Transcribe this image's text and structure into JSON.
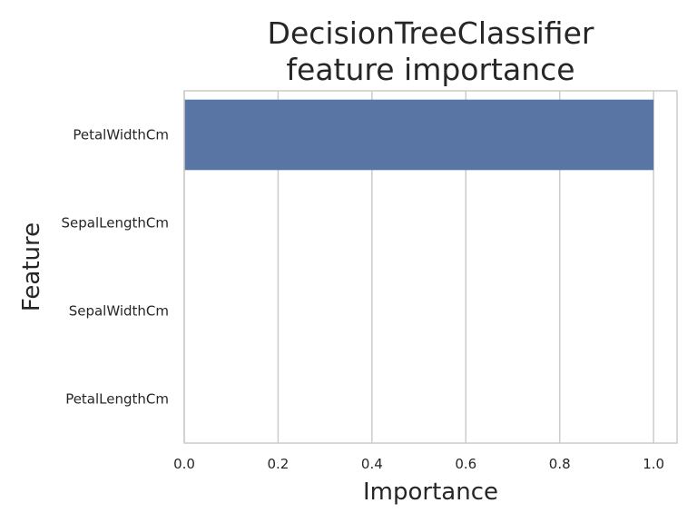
{
  "chart_data": {
    "type": "bar",
    "orientation": "horizontal",
    "title_lines": [
      "DecisionTreeClassifier",
      "feature importance"
    ],
    "xlabel": "Importance",
    "ylabel": "Feature",
    "categories": [
      "PetalWidthCm",
      "SepalLengthCm",
      "SepalWidthCm",
      "PetalLengthCm"
    ],
    "values": [
      1.0,
      0.0,
      0.0,
      0.0
    ],
    "xlim": [
      0,
      1.05
    ],
    "xticks": [
      0.0,
      0.2,
      0.4,
      0.6,
      0.8,
      1.0
    ],
    "xtick_labels": [
      "0.0",
      "0.2",
      "0.4",
      "0.6",
      "0.8",
      "1.0"
    ],
    "grid": "vertical",
    "legend": "none",
    "colors": {
      "bar": "#5875a4",
      "grid": "#cccccc",
      "spine": "#cccccc",
      "text": "#262626",
      "background": "#ffffff"
    }
  }
}
